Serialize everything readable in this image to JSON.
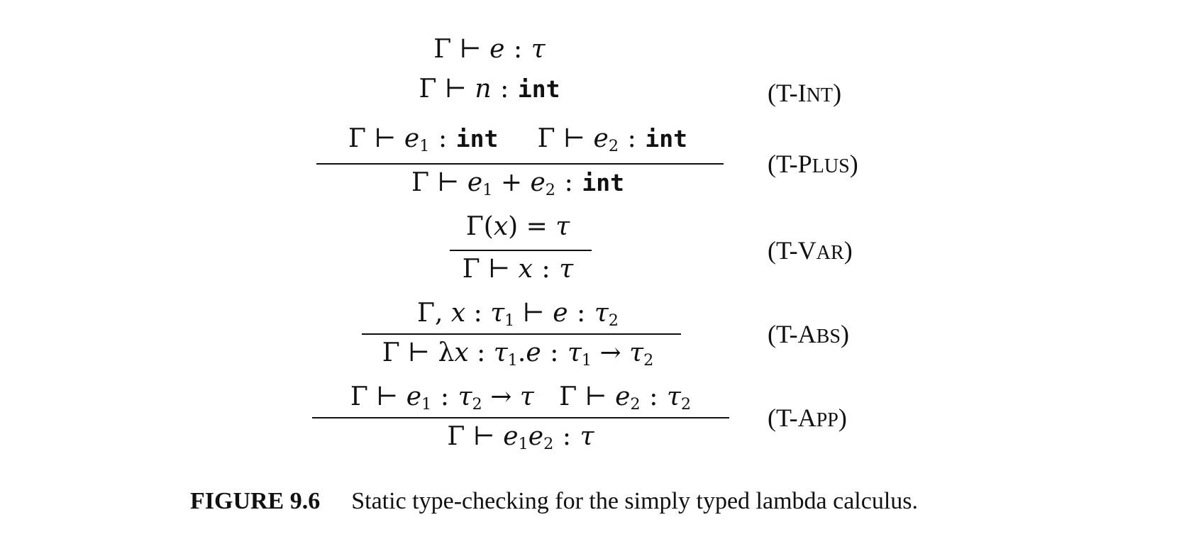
{
  "judgement_form": {
    "gamma": "Γ",
    "turnstile": "⊢",
    "expr": "e",
    "colon": ":",
    "type": "τ"
  },
  "rules": [
    {
      "name": "(T-INT)",
      "name_prefix": "(T-I",
      "name_rest": "NT",
      "name_suffix": ")"
    },
    {
      "name": "(T-PLUS)",
      "name_prefix": "(T-P",
      "name_rest": "LUS",
      "name_suffix": ")"
    },
    {
      "name": "(T-VAR)",
      "name_prefix": "(T-V",
      "name_rest": "AR",
      "name_suffix": ")"
    },
    {
      "name": "(T-ABS)",
      "name_prefix": "(T-A",
      "name_rest": "BS",
      "name_suffix": ")"
    },
    {
      "name": "(T-APP)",
      "name_prefix": "(T-A",
      "name_rest": "PP",
      "name_suffix": ")"
    }
  ],
  "symbols": {
    "gamma": "Γ",
    "turnstile": "⊢",
    "tau": "τ",
    "lambda": "λ",
    "arrow": "→",
    "int": "int",
    "n": "n",
    "x": "x",
    "e": "e"
  },
  "caption": {
    "label": "FIGURE 9.6",
    "text": "Static type-checking for the simply typed lambda calculus."
  }
}
